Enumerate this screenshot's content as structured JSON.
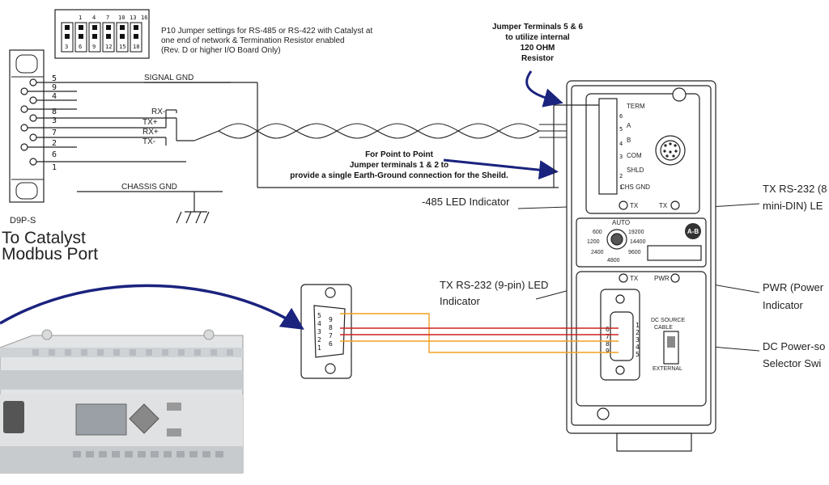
{
  "jumper_block": {
    "title_line1": "P10 Jumper settings for RS-485 or RS-422 with Catalyst at",
    "title_line2": "one end of network & Termination Resistor enabled",
    "title_line3": "(Rev. D or higher I/O Board Only)",
    "top_pins": [
      "1",
      "4",
      "7",
      "10",
      "13",
      "16"
    ],
    "bottom_pins": [
      "3",
      "6",
      "9",
      "12",
      "15",
      "18"
    ]
  },
  "db9_left": {
    "pins": [
      "5",
      "9",
      "4",
      "8",
      "3",
      "7",
      "2",
      "6",
      "1"
    ],
    "model": "D9P-S",
    "caption_line1": "To Catalyst",
    "caption_line2": "Modbus Port"
  },
  "signals": {
    "signal_gnd": "SIGNAL GND",
    "rx_minus": "RX-",
    "tx_plus": "TX+",
    "rx_plus": "RX+",
    "tx_minus": "TX-",
    "chassis_gnd": "CHASSIS GND"
  },
  "callouts": {
    "jumper_56_line1": "Jumper Terminals 5 & 6",
    "jumper_56_line2": "to utilize internal",
    "jumper_56_line3": "120 OHM",
    "jumper_56_line4": "Resistor",
    "p2p_line1": "For Point to Point",
    "p2p_line2": "Jumper terminals 1 & 2 to",
    "p2p_line3": "provide a single Earth-Ground connection for the Sheild.",
    "led485": "-485 LED Indicator",
    "tx232_8pin_line1": "TX RS-232 (8",
    "tx232_8pin_line2": "mini-DIN) LE",
    "tx232_9pin_line1": "TX RS-232 (9-pin) LED",
    "tx232_9pin_line2": "Indicator",
    "pwr_line1": "PWR (Power",
    "pwr_line2": "Indicator",
    "dc_line1": "DC Power-so",
    "dc_line2": "Selector Swi"
  },
  "module": {
    "terminal_labels": [
      "TERM",
      "A",
      "B",
      "COM",
      "SHLD",
      "CHS GND"
    ],
    "terminal_numbers": [
      "6",
      "5",
      "4",
      "3",
      "2",
      "1"
    ],
    "tx_label": "TX",
    "tx_label2": "TX",
    "baud_auto": "AUTO",
    "baud_rates": [
      "600",
      "1200",
      "2400",
      "4800",
      "9600",
      "14400",
      "19200"
    ],
    "logo": "A-B",
    "tx_lower": "TX",
    "pwr": "PWR",
    "dc_source": "DC SOURCE",
    "cable": "CABLE",
    "external": "EXTERNAL",
    "db9_pins_left": [
      "6",
      "7",
      "8",
      "9"
    ],
    "db9_pins_right": [
      "1",
      "2",
      "3",
      "4",
      "5"
    ]
  },
  "db9_mid": {
    "pins_left": [
      "5",
      "4",
      "3",
      "2",
      "1"
    ],
    "pins_right": [
      "9",
      "8",
      "7",
      "6"
    ]
  },
  "colors": {
    "arrow": "#1a237e",
    "wire_orange": "#f0a020",
    "wire_red": "#d02020"
  }
}
